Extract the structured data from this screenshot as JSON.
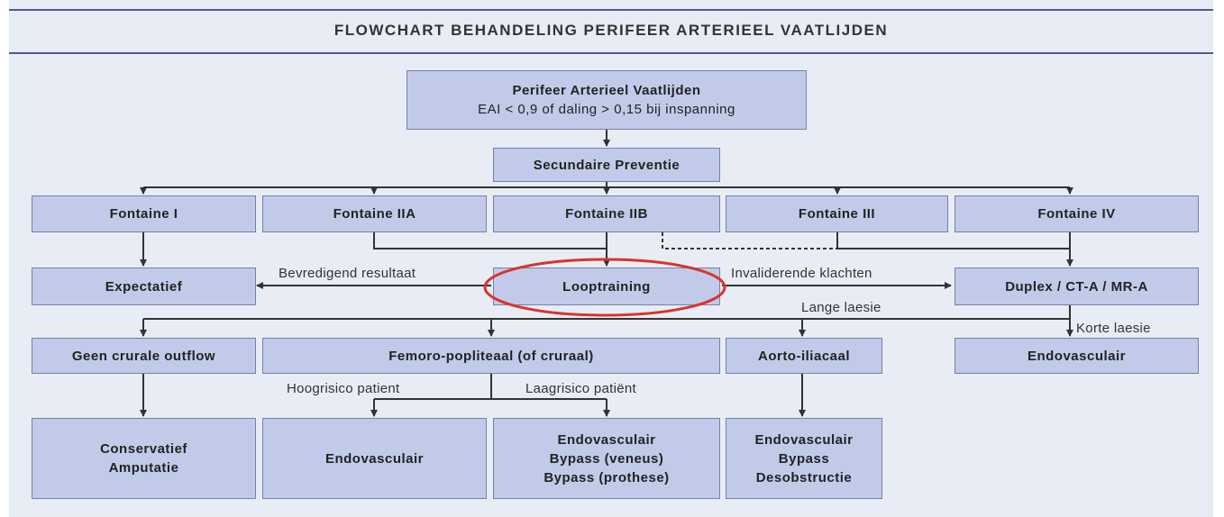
{
  "title": "FLOWCHART BEHANDELING PERIFEER ARTERIEEL VAATLIJDEN",
  "top": {
    "line1": "Perifeer Arterieel Vaatlijden",
    "line2": "EAI < 0,9 of daling > 0,15 bij inspanning"
  },
  "prevention": "Secundaire Preventie",
  "stages": [
    "Fontaine I",
    "Fontaine IIA",
    "Fontaine IIB",
    "Fontaine III",
    "Fontaine IV"
  ],
  "middle": {
    "expectatief": "Expectatief",
    "looptraining": "Looptraining",
    "imaging": "Duplex / CT-A / MR-A"
  },
  "labels": {
    "bevredigend": "Bevredigend resultaat",
    "invaliderend": "Invaliderende klachten",
    "lange": "Lange laesie",
    "korte": "Korte laesie",
    "hoogrisico": "Hoogrisico patient",
    "laagrisico": "Laagrisico patiënt"
  },
  "row4": {
    "geen": "Geen crurale outflow",
    "femoro": "Femoro-popliteaal (of cruraal)",
    "aorto": "Aorto-iliacaal",
    "endo": "Endovasculair"
  },
  "row5": {
    "conservatief": [
      "Conservatief",
      "Amputatie"
    ],
    "endo": "Endovasculair",
    "endo_bypass": [
      "Endovasculair",
      "Bypass (veneus)",
      "Bypass (prothese)"
    ],
    "aorto_opts": [
      "Endovasculair",
      "Bypass",
      "Desobstructie"
    ]
  },
  "colors": {
    "box_fill": "#c1cbe9",
    "box_border": "#7580a8",
    "line": "#333333",
    "highlight": "#d9342b",
    "panel": "#e8ecf5"
  }
}
